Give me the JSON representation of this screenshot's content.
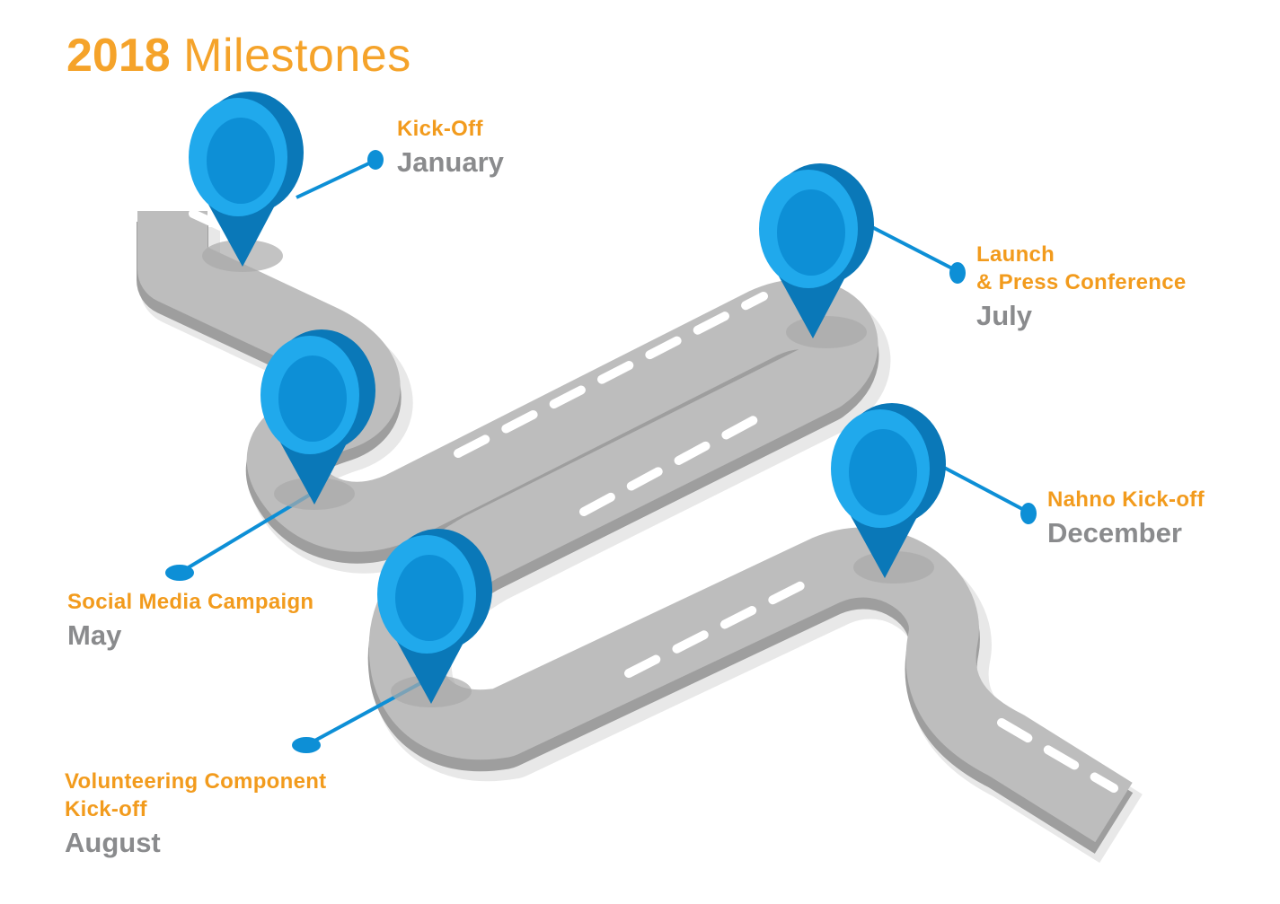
{
  "title": {
    "year": "2018",
    "word": "Milestones"
  },
  "milestones": [
    {
      "name": "Kick-Off",
      "month": "January"
    },
    {
      "name": "Social Media Campaign",
      "month": "May"
    },
    {
      "name_line1": "Launch",
      "name_line2": "& Press Conference",
      "month": "July"
    },
    {
      "name_line1": "Volunteering Component",
      "name_line2": "Kick-off",
      "month": "August"
    },
    {
      "name": "Nahno Kick-off",
      "month": "December"
    }
  ],
  "colors": {
    "accent_orange": "#f29b1d",
    "month_gray": "#8a8b8d",
    "pin_blue": "#0d8fd6",
    "pin_blue_light": "#20a9ec",
    "road_gray": "#bdbdbd",
    "road_shadow": "#e6e6e6"
  }
}
